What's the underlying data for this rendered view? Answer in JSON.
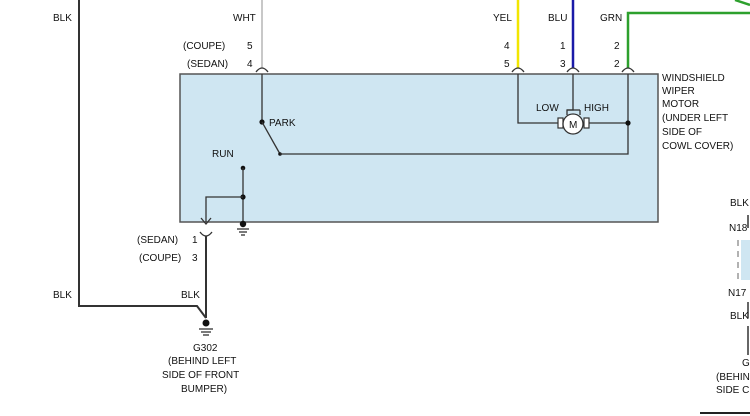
{
  "wire_colors": {
    "top_left": "BLK",
    "wht": "WHT",
    "yel": "YEL",
    "blu": "BLU",
    "grn": "GRN",
    "lower_left": "BLK",
    "ground_wire": "BLK",
    "right_top": "BLK",
    "right_bottom": "BLK"
  },
  "colors": {
    "yel": "#f2e600",
    "blu": "#1a1aa8",
    "grn": "#2da02d",
    "motor_box": "#cfe6f2",
    "wire": "#333333"
  },
  "pins": {
    "coupe_label": "(COUPE)",
    "sedan_label": "(SEDAN)",
    "wht_coupe": "5",
    "wht_sedan": "4",
    "yel_coupe": "4",
    "yel_sedan": "5",
    "blu_coupe": "1",
    "blu_sedan": "3",
    "grn_coupe": "2",
    "grn_sedan": "2",
    "ground_sedan_label": "(SEDAN)",
    "ground_sedan": "1",
    "ground_coupe_label": "(COUPE)",
    "ground_coupe": "3"
  },
  "motor": {
    "title_lines": [
      "WINDSHIELD",
      "WIPER",
      "MOTOR",
      "(UNDER LEFT",
      "SIDE OF",
      "COWL COVER)"
    ],
    "park": "PARK",
    "run": "RUN",
    "low": "LOW",
    "high": "HIGH",
    "symbol": "M"
  },
  "ground": {
    "id": "G302",
    "location_lines": [
      "(BEHIND LEFT",
      "SIDE OF FRONT",
      "BUMPER)"
    ]
  },
  "right_edge": {
    "n18": "N18",
    "n17": "N17",
    "partial_g": "G",
    "partial_behind": "(BEHIN",
    "partial_side": "SIDE C"
  }
}
